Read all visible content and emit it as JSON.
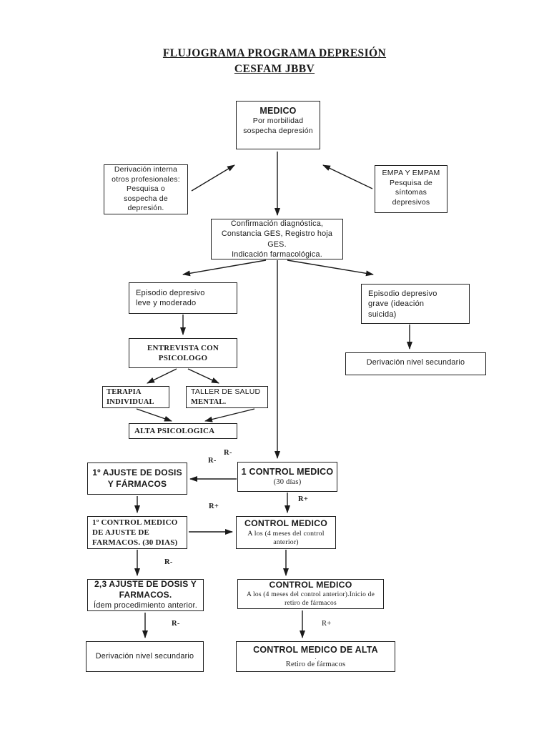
{
  "title": {
    "line1": "FLUJOGRAMA PROGRAMA DEPRESIÓN",
    "line2": "CESFAM JBBV"
  },
  "nodes": {
    "medico": {
      "title": "MEDICO",
      "body": "Por morbilidad\nsospecha depresión"
    },
    "derivacion_interna": {
      "body": "Derivación interna\notros profesionales:\nPesquisa o\nsospecha de\ndepresión."
    },
    "empa": {
      "body": "EMPA  Y EMPAM\nPesquisa de\nsíntomas\ndepresivos"
    },
    "confirmacion": {
      "body": "Confirmación   diagnóstica,\nConstancia GES,  Registro hoja GES.\nIndicación farmacológica."
    },
    "episodio_leve": {
      "body": "Episodio depresivo\nleve y moderado"
    },
    "episodio_grave": {
      "body": "Episodio depresivo\ngrave (ideación\nsuicida)"
    },
    "entrevista": {
      "body": "ENTREVISTA CON\nPSICOLOGO"
    },
    "derivacion_secundario_alto": {
      "body": "Derivación nivel secundario"
    },
    "terapia": {
      "body": "TERAPIA\nINDIVIDUAL"
    },
    "taller": {
      "line1": "TALLER DE SALUD",
      "line2": "MENTAL."
    },
    "alta_psicologica": {
      "body": "ALTA PSICOLOGICA"
    },
    "ajuste1": {
      "body": "1º AJUSTE DE DOSIS\nY FÁRMACOS"
    },
    "control1": {
      "title": "1 CONTROL MEDICO",
      "sub": "(30 días)"
    },
    "control_ajuste1": {
      "body": "1º CONTROL MEDICO\nDE AJUSTE DE\nFARMACOS. (30 DIAS)"
    },
    "control_4m": {
      "title": "CONTROL MEDICO",
      "sub": "A los (4 meses del control\nanterior)"
    },
    "ajuste23": {
      "title": "2,3 AJUSTE DE DOSIS Y\nFARMACOS.",
      "sub": "Ídem procedimiento anterior."
    },
    "control_retiro": {
      "title": "CONTROL MEDICO",
      "sub": "A los (4 meses del control anterior).Inicio de\nretiro de fármacos"
    },
    "derivacion_secundario_bajo": {
      "body": "Derivación nivel secundario"
    },
    "control_alta": {
      "title": "CONTROL MEDICO DE ALTA",
      "dot": ".",
      "sub": "Retiro de fármacos"
    }
  },
  "edge_labels": {
    "r_minus_a": "R-",
    "r_minus_b": "R-",
    "r_plus_a": "R+",
    "r_plus_b": "R+",
    "r_minus_c": "R-",
    "r_minus_d": "R-",
    "r_plus_c": "R+"
  },
  "colors": {
    "ink": "#1a1a1a",
    "background": "#ffffff"
  }
}
